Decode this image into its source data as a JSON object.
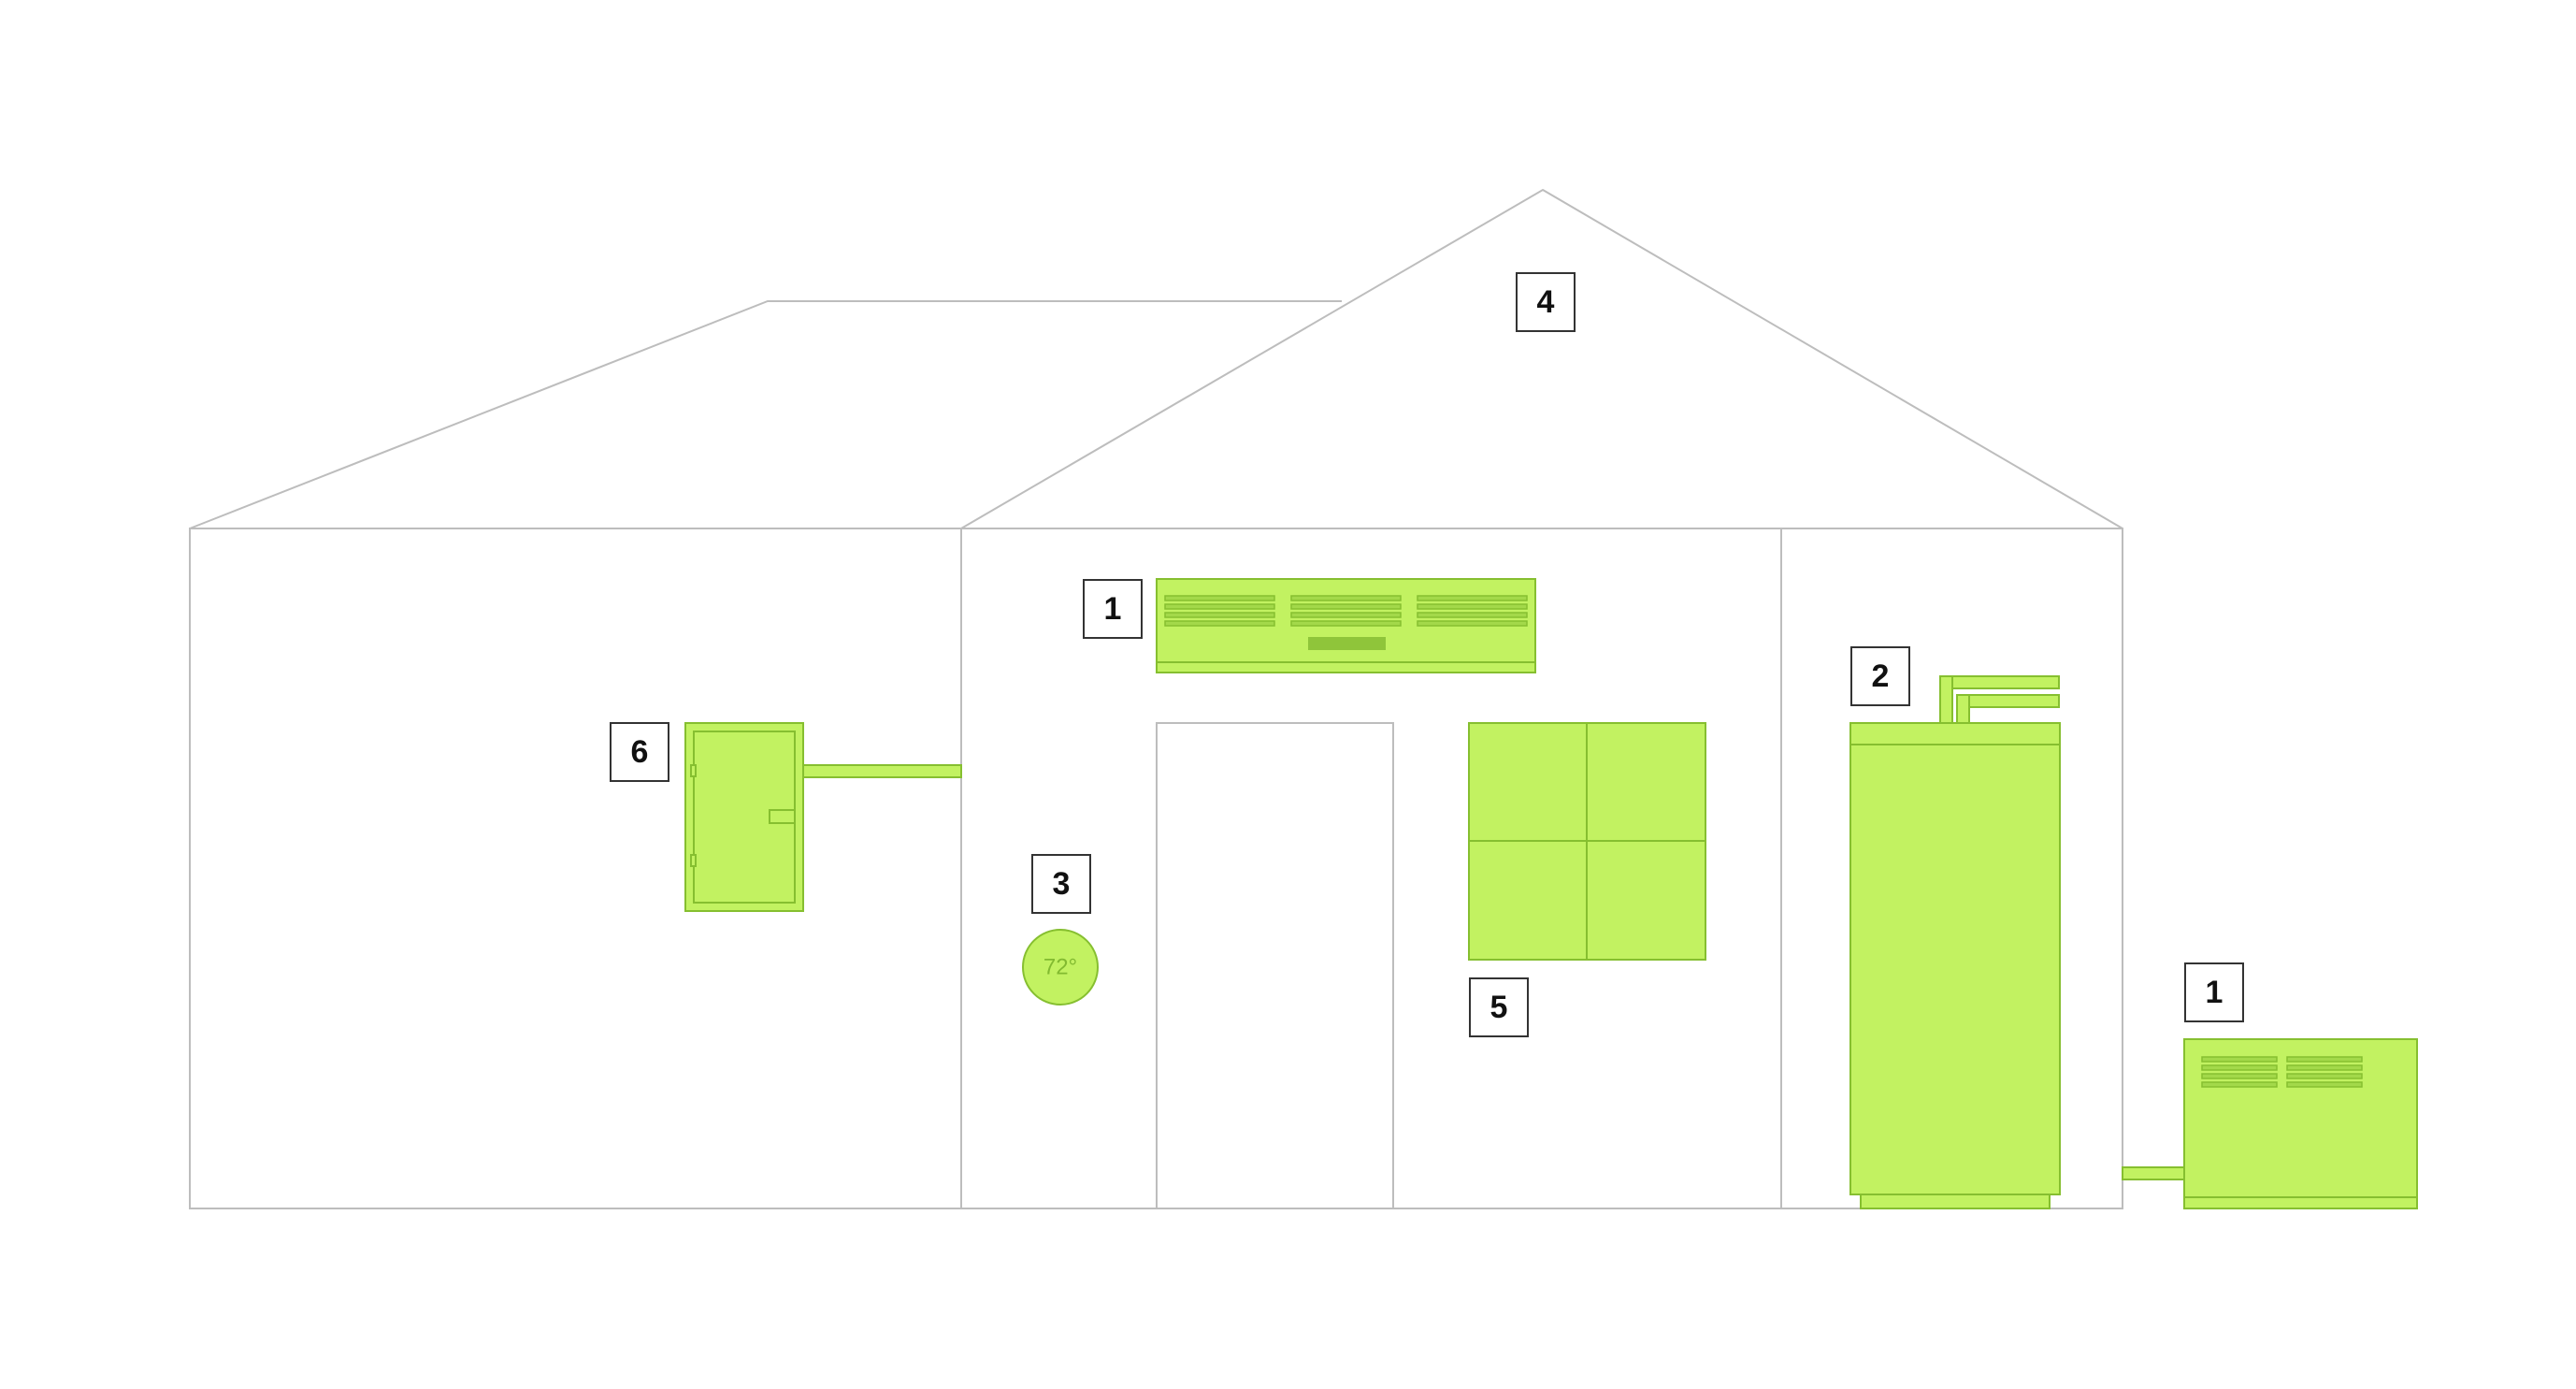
{
  "markers": {
    "attic": "4",
    "air_handler_indoor": "1",
    "outdoor_unit": "1",
    "water_heater": "2",
    "thermostat": "3",
    "return_vent": "5",
    "electrical_panel": "6"
  },
  "thermostat": {
    "reading": "72°"
  },
  "colors": {
    "equipment_fill": "#c2f261",
    "equipment_stroke": "#86bf30",
    "house_outline": "#bdbdbd",
    "label_border": "#333333"
  }
}
